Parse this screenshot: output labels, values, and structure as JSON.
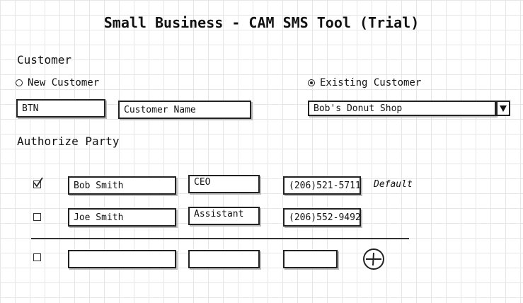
{
  "page": {
    "title": "Small Business - CAM SMS Tool (Trial)"
  },
  "customer": {
    "heading": "Customer",
    "new_label": "New Customer",
    "existing_label": "Existing Customer",
    "selected_mode": "existing",
    "btn_value": "BTN",
    "name_value": "Customer Name",
    "existing_selected": "Bob's Donut Shop"
  },
  "authorized": {
    "heading": "Authorize Party",
    "default_label": "Default",
    "rows": [
      {
        "checked": true,
        "name": "Bob Smith",
        "title": "CEO",
        "phone": "(206)521-5711"
      },
      {
        "checked": false,
        "name": "Joe Smith",
        "title": "Assistant",
        "phone": "(206)552-9492"
      }
    ],
    "new_row": {
      "name": "",
      "title": "",
      "phone": ""
    }
  },
  "icons": {
    "new_radio": "radio-button",
    "existing_radio": "radio-button",
    "dropdown": "triangle-down-icon",
    "add": "add-circle-icon"
  }
}
